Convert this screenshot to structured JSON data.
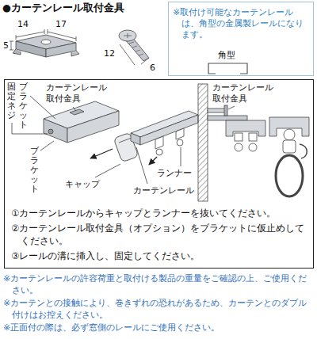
{
  "diagram": {
    "title": "●カーテンレール取付金具",
    "nodes": [
      {
        "text": [
          "※取付け可能なカーテンレールは、角型の金属製レールになります。",
          "角型"
        ]
      },
      {
        "text": [
          "①カーテンレールからキャップとランナーを抜いてください。",
          "②カーテンレール取付金具（オプション）をブラケットに仮止めしてください。",
          "③レールの溝に挿入し、固定してください。"
        ]
      }
    ],
    "labels": [
      "14",
      "17",
      "5",
      "12",
      "6",
      "固定ネジ",
      "ブラケット",
      "カーテンレール 取付金具",
      "ブラケット",
      "キャップ",
      "ランナー",
      "カーテンレール",
      "カーテンレール 取付金具",
      "※カーテンレールの許容荷重と取付ける製品の重量をご確認の上、ご使用ください。",
      "※カーテンとの接触により、巻きずれの恐れがあるため、カーテンとのダブル付けはお控えください。",
      "※正面付の際は、必ず窓側のレールにご使用ください。"
    ]
  }
}
